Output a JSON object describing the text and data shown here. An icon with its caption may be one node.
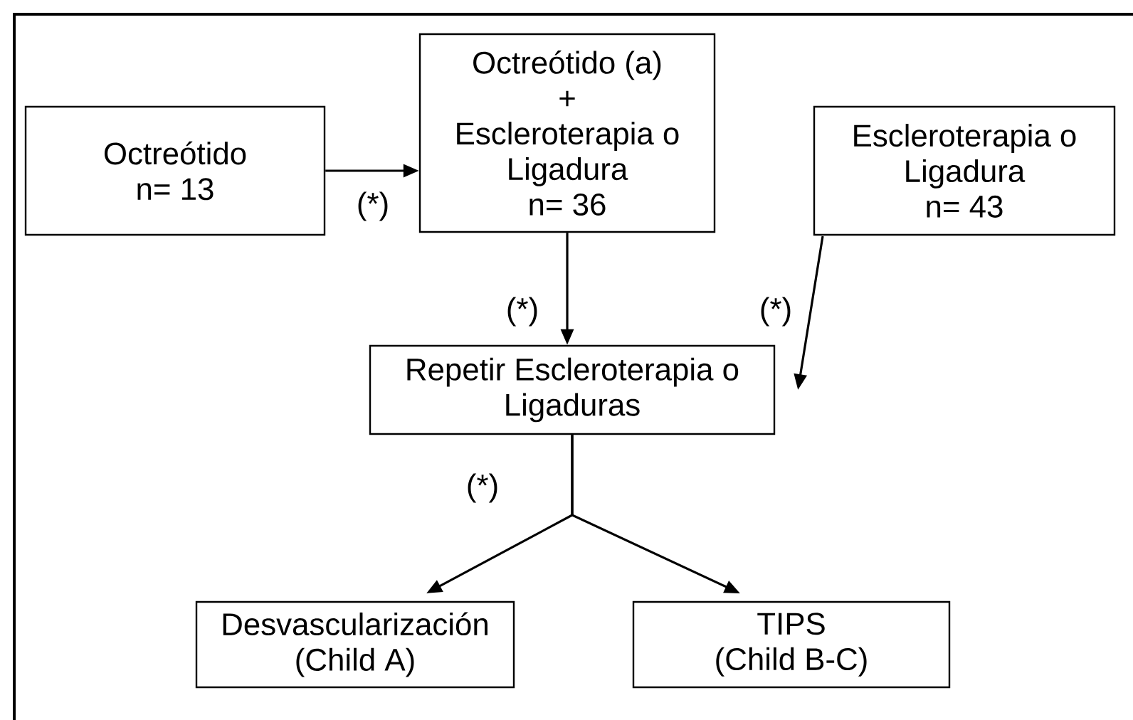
{
  "diagram": {
    "nodes": [
      {
        "text": [
          "Octreótido",
          "n= 13"
        ]
      },
      {
        "text": [
          "Octreótido (a)",
          "+",
          "Escleroterapia o Ligadura",
          "n= 36"
        ]
      },
      {
        "text": [
          "Escleroterapia o Ligadura",
          "n= 43"
        ]
      },
      {
        "text": [
          "Repetir Escleroterapia o Ligaduras"
        ]
      },
      {
        "text": [
          "Desvascularización",
          "(Child A)"
        ]
      },
      {
        "text": [
          "TIPS",
          "(Child B-C)"
        ]
      }
    ],
    "edges": [
      {
        "from": 0,
        "to": 1,
        "arrow": "to"
      },
      {
        "from": 1,
        "to": 3,
        "arrow": "to"
      },
      {
        "from": 2,
        "to": 3,
        "arrow": "to"
      },
      {
        "from": 3,
        "to": 4,
        "arrow": "to"
      },
      {
        "from": 3,
        "to": 5,
        "arrow": "to"
      }
    ],
    "labels": [
      "(*)",
      "(*)",
      "(*)",
      "(*)"
    ]
  }
}
